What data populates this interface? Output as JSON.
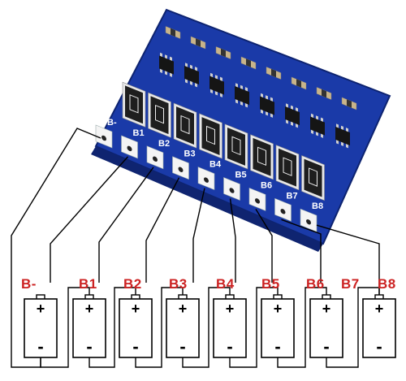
{
  "accent_colors": {
    "pcb": "#1b3fb0",
    "pad": "#f4f4f4",
    "wire": "#000000",
    "label": "#cc2222"
  },
  "board": {
    "pad_labels": [
      "B-",
      "B1",
      "B2",
      "B3",
      "B4",
      "B5",
      "B6",
      "B7",
      "B8"
    ]
  },
  "cells": {
    "labels": [
      "B-",
      "B1",
      "B2",
      "B3",
      "B4",
      "B5",
      "B6",
      "B7",
      "B8"
    ],
    "plus": "+",
    "minus": "-"
  }
}
